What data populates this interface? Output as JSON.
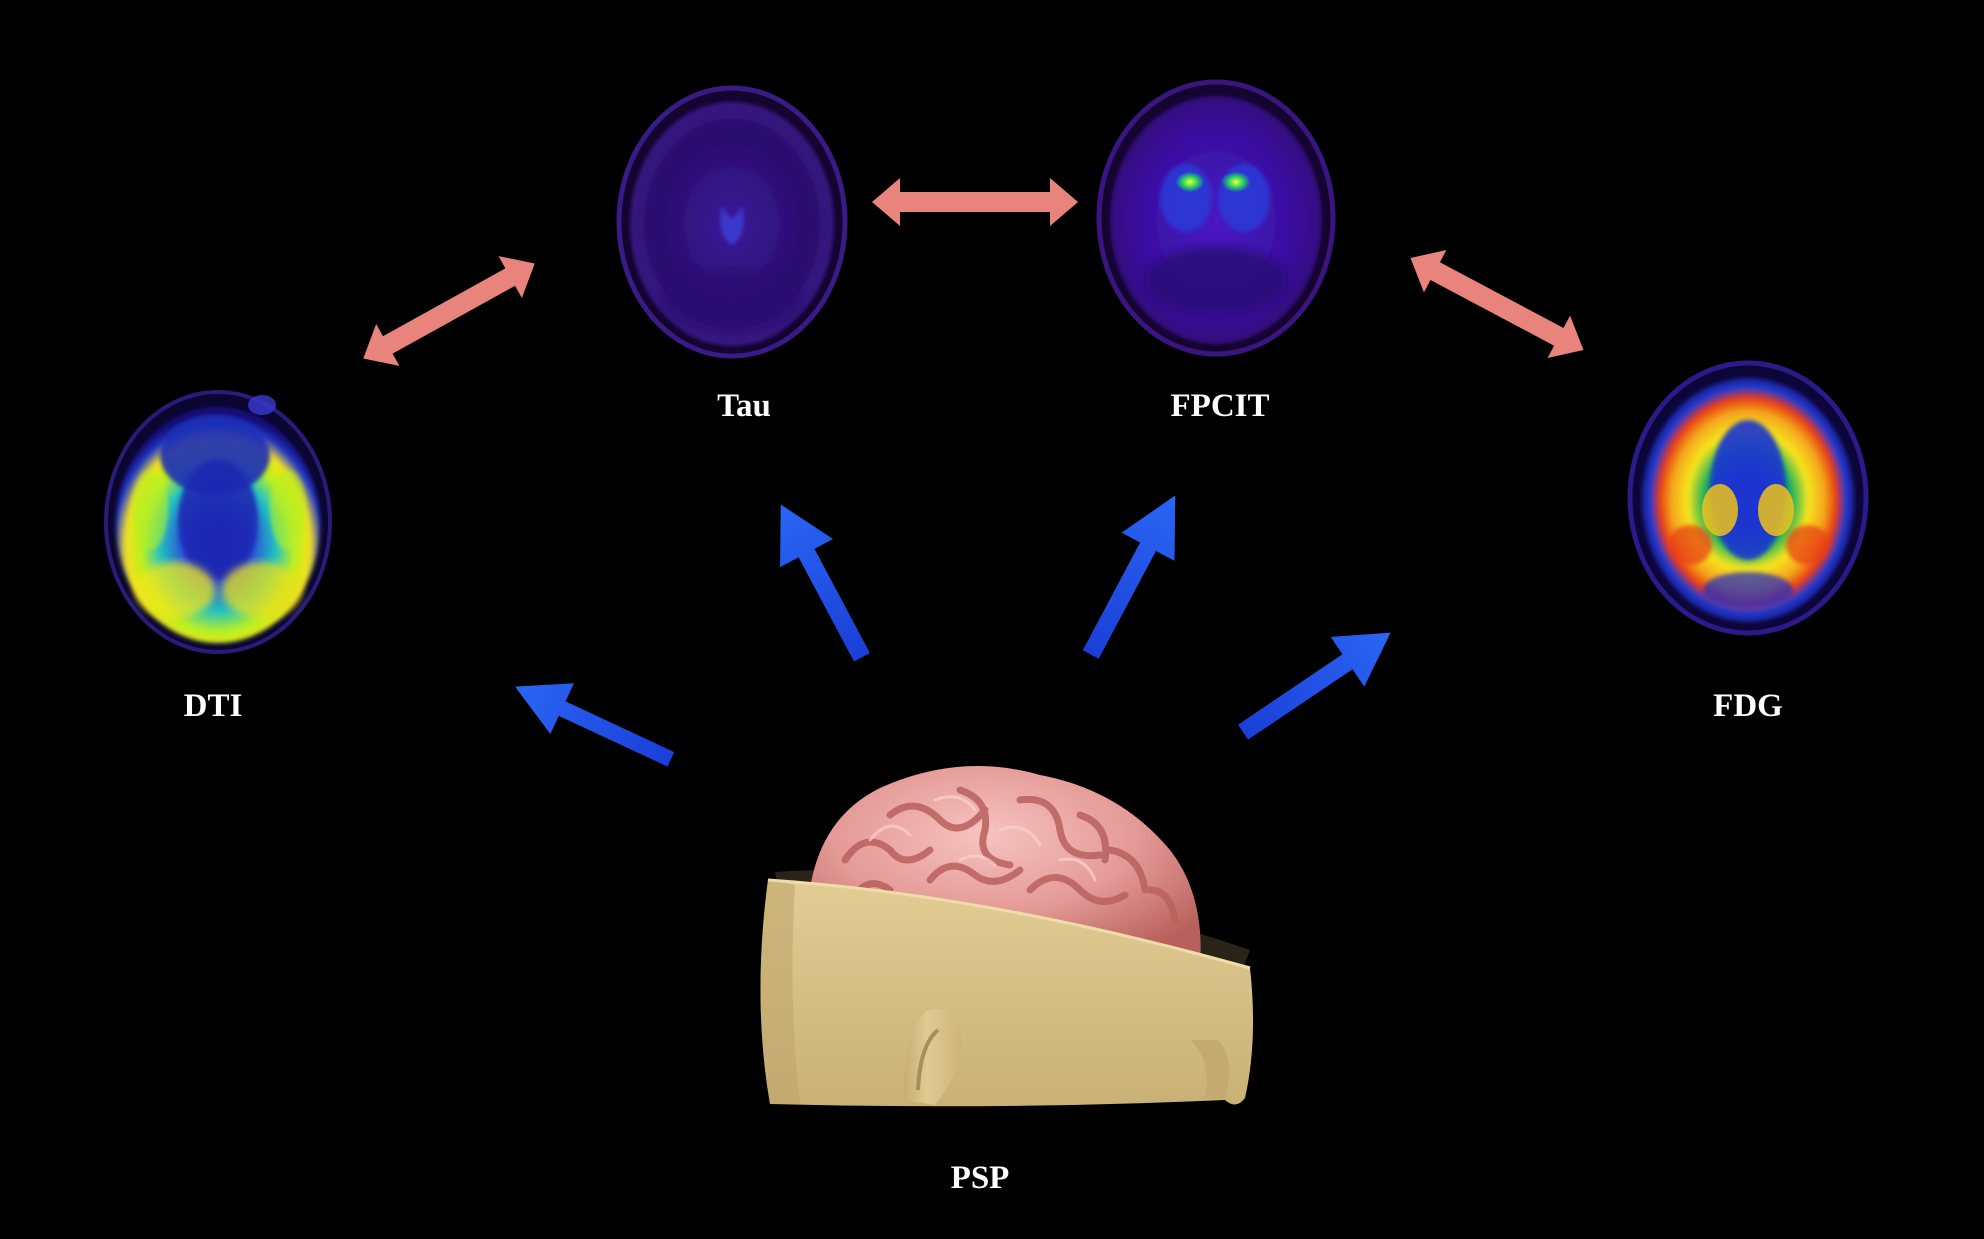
{
  "labels": {
    "dti": "DTI",
    "tau": "Tau",
    "fpcit": "FPCIT",
    "fdg": "FDG",
    "psp": "PSP"
  },
  "colors": {
    "background": "#000000",
    "modality_link_arrow": "#e8847c",
    "psp_arrow": "#1f55e8",
    "label_text": "#ffffff",
    "brain_surface": "#e8a3a0",
    "head_skin": "#d8c28a"
  }
}
